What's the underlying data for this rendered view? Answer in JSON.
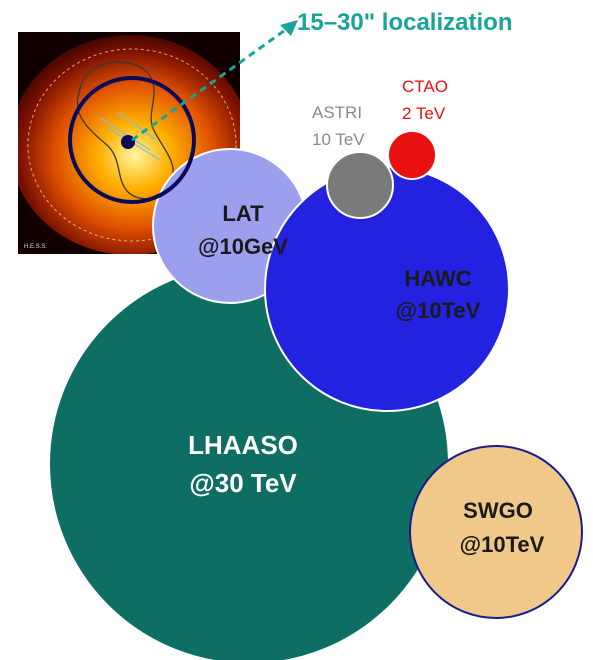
{
  "annotation": {
    "text": "15–30\" localization",
    "color": "#1aa39a"
  },
  "inset_image": {
    "caption": "H.E.S.S."
  },
  "circles": {
    "lhaaso": {
      "line1": "LHAASO",
      "line2": "@30 TeV",
      "fill": "#0e6e64",
      "text_color": "#ffffff"
    },
    "hawc": {
      "line1": "HAWC",
      "line2": "@10TeV",
      "fill": "#2222e0",
      "text_color": "#1a1a1a"
    },
    "lat": {
      "line1": "LAT",
      "line2": "@10GeV",
      "fill": "#9b9fee",
      "text_color": "#1a1a1a"
    },
    "swgo": {
      "line1": "SWGO",
      "line2": "@10TeV",
      "fill": "#f0c98a",
      "text_color": "#1a1a1a"
    },
    "astri": {
      "line1": "ASTRI",
      "line2": "10 TeV",
      "fill": "#7a7a7a",
      "text_color": "#8a8a8a"
    },
    "ctao": {
      "line1": "CTAO",
      "line2": "2 TeV",
      "fill": "#e81010",
      "text_color": "#e81010"
    }
  }
}
